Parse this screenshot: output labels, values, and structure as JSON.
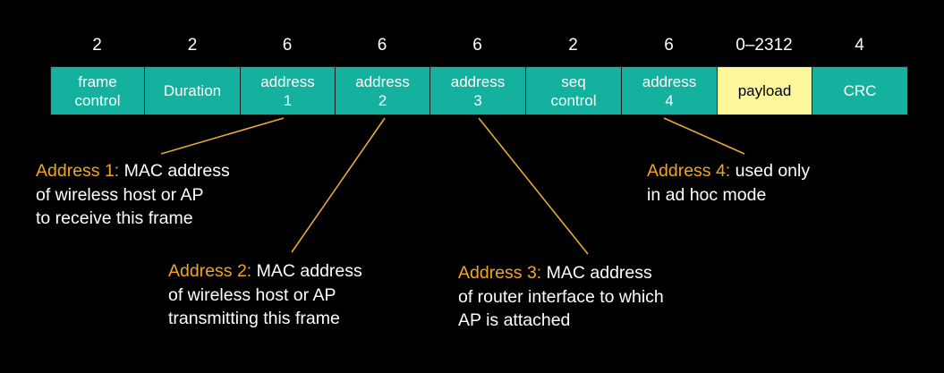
{
  "colors": {
    "field_fill": "#14b29e",
    "payload_fill": "#fdf69a",
    "highlight_text": "#f2a51e",
    "leader_line": "#e3a93a",
    "background": "#000000",
    "text": "#ffffff"
  },
  "fields": [
    {
      "size": "2",
      "label": "frame\ncontrol",
      "kind": "header"
    },
    {
      "size": "2",
      "label": "Duration",
      "kind": "header"
    },
    {
      "size": "6",
      "label": "address\n1",
      "kind": "header"
    },
    {
      "size": "6",
      "label": "address\n2",
      "kind": "header"
    },
    {
      "size": "6",
      "label": "address\n3",
      "kind": "header"
    },
    {
      "size": "2",
      "label": "seq\ncontrol",
      "kind": "header"
    },
    {
      "size": "6",
      "label": "address\n4",
      "kind": "header"
    },
    {
      "size": "0–2312",
      "label": "payload",
      "kind": "payload"
    },
    {
      "size": "4",
      "label": "CRC",
      "kind": "header"
    }
  ],
  "callouts": [
    {
      "id": "address1",
      "lead": "Address 1:",
      "lines": [
        " MAC address",
        "of wireless host or AP",
        "to receive this frame"
      ]
    },
    {
      "id": "address2",
      "lead": "Address 2:",
      "lines": [
        " MAC address",
        "of wireless host or AP",
        "transmitting this frame"
      ]
    },
    {
      "id": "address3",
      "lead": "Address 3:",
      "lines": [
        " MAC address",
        "of router interface to which",
        "AP is attached"
      ]
    },
    {
      "id": "address4",
      "lead": "Address 4:",
      "lines": [
        " used only",
        "in ad hoc mode"
      ]
    }
  ]
}
